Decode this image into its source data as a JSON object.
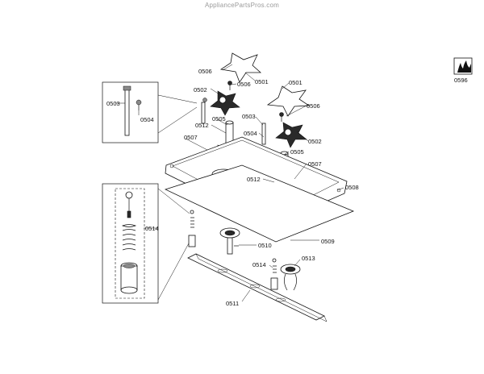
{
  "watermark": "AppliancePartsPros.com",
  "icon_label": "0596",
  "callouts": [
    {
      "id": "c-0506-top",
      "text": "0506"
    },
    {
      "id": "c-0501-top",
      "text": "0501"
    },
    {
      "id": "c-0502-left",
      "text": "0502"
    },
    {
      "id": "c-0506-mid",
      "text": "0506"
    },
    {
      "id": "c-0501-right",
      "text": "0501"
    },
    {
      "id": "c-0503-box",
      "text": "0503"
    },
    {
      "id": "c-0504-box",
      "text": "0504"
    },
    {
      "id": "c-0506-right",
      "text": "0506"
    },
    {
      "id": "c-0505-top",
      "text": "0505"
    },
    {
      "id": "c-0503-mid",
      "text": "0503"
    },
    {
      "id": "c-0512-top",
      "text": "0512"
    },
    {
      "id": "c-0504-mid",
      "text": "0504"
    },
    {
      "id": "c-0502-right",
      "text": "0502"
    },
    {
      "id": "c-0507-left",
      "text": "0507"
    },
    {
      "id": "c-0505-mid",
      "text": "0505"
    },
    {
      "id": "c-0507-right",
      "text": "0507"
    },
    {
      "id": "c-0512-mid",
      "text": "0512"
    },
    {
      "id": "c-0508",
      "text": "0508"
    },
    {
      "id": "c-0514-box",
      "text": "0514"
    },
    {
      "id": "c-0509",
      "text": "0509"
    },
    {
      "id": "c-0510",
      "text": "0510"
    },
    {
      "id": "c-0513",
      "text": "0513"
    },
    {
      "id": "c-0514-low",
      "text": "0514"
    },
    {
      "id": "c-0511",
      "text": "0511"
    }
  ]
}
